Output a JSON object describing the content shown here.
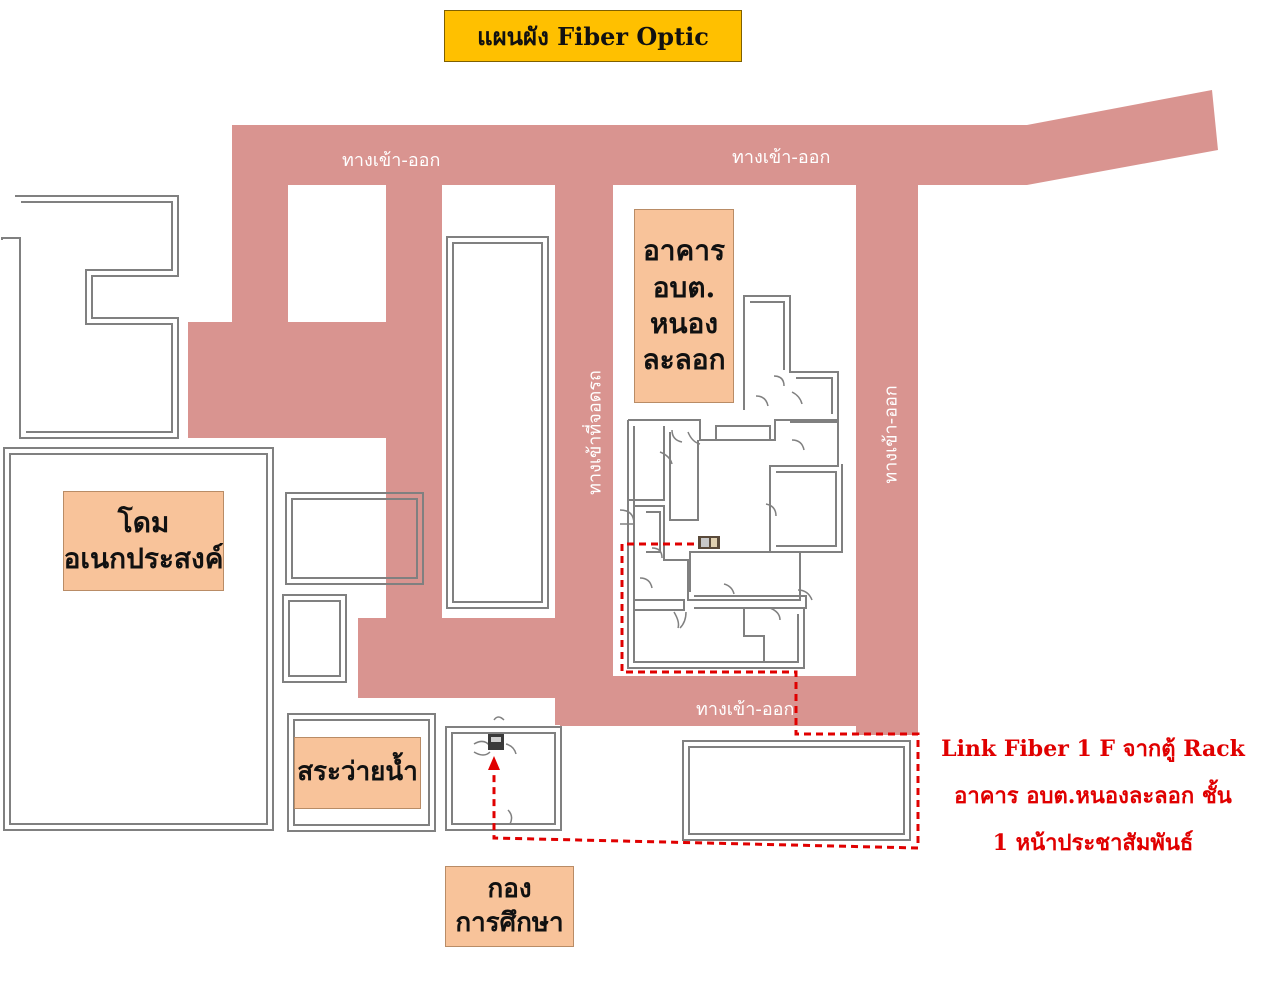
{
  "title": "แผนผัง Fiber Optic",
  "buildings": {
    "office": [
      "อาคาร",
      "อบต.",
      "หนอง",
      "ละลอก"
    ],
    "dome": [
      "โดม",
      "อเนกประสงค์"
    ],
    "pool": "สระว่ายน้ำ",
    "education": [
      "กอง",
      "การศึกษา"
    ]
  },
  "roads": {
    "top_left": "ทางเข้า-ออก",
    "top_right": "ทางเข้า-ออก",
    "parking": "ทางเข้าที่จอดรถ",
    "right": "ทางเข้า-ออก",
    "bottom": "ทางเข้า-ออก"
  },
  "note": {
    "line1": "Link Fiber 1 F จากตู้ Rack",
    "line2": "อาคาร อบต.หนองละลอก ชั้น",
    "line3": "1 หน้าประชาสัมพันธ์"
  },
  "colors": {
    "road": "#d99490",
    "label_bg": "#f8c39a",
    "title_bg": "#ffc000",
    "fiber_route": "#e00000",
    "wall": "#7f7f7f"
  }
}
